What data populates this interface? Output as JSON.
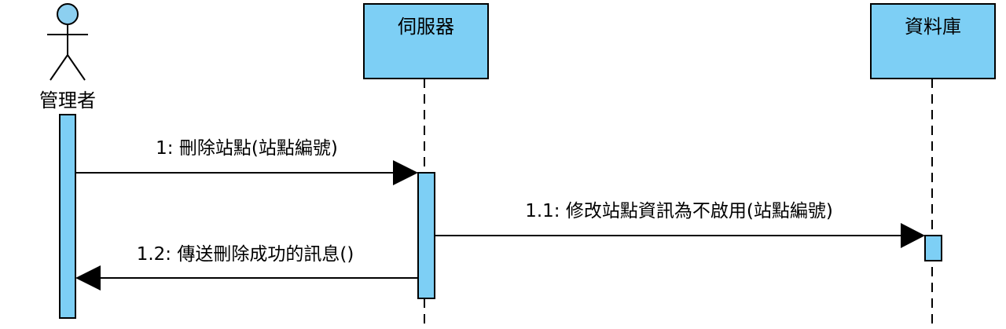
{
  "actor": {
    "label": "管理者"
  },
  "lifelines": {
    "server": {
      "label": "伺服器"
    },
    "database": {
      "label": "資料庫"
    }
  },
  "messages": [
    {
      "label": "1: 刪除站點(站點編號)"
    },
    {
      "label": "1.1: 修改站點資訊為不啟用(站點編號)"
    },
    {
      "label": "1.2: 傳送刪除成功的訊息()"
    }
  ],
  "colors": {
    "fill": "#7dcff5",
    "stroke": "#000000",
    "actor_fill": "#8ccff0"
  }
}
